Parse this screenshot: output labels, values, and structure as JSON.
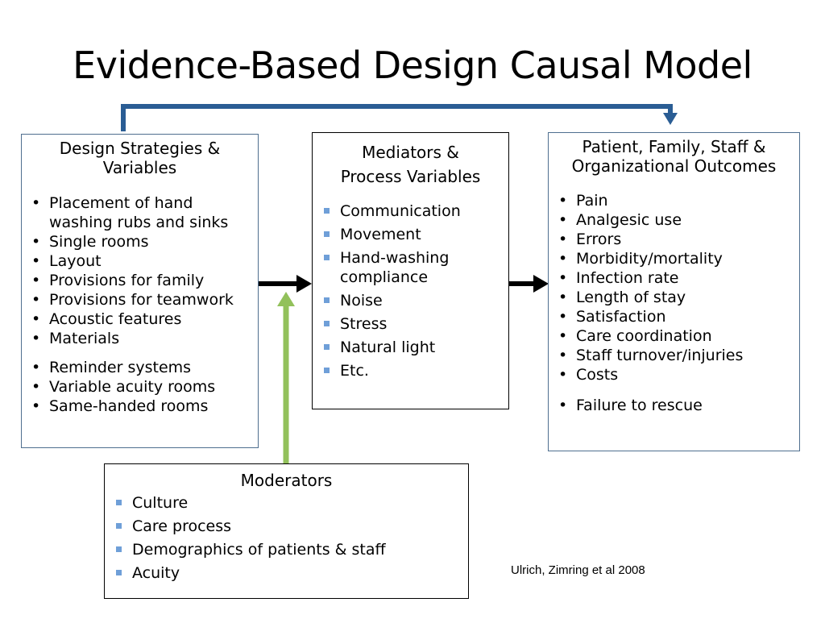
{
  "title": "Evidence-Based Design Causal Model",
  "design_box": {
    "heading": "Design Strategies & Variables",
    "items_group1": [
      "Placement of hand washing rubs and sinks",
      "Single rooms",
      "Layout",
      "Provisions for family",
      "Provisions for teamwork",
      "Acoustic features",
      "Materials"
    ],
    "items_group2": [
      "Reminder systems",
      "Variable acuity rooms",
      "Same-handed rooms"
    ]
  },
  "mediators_box": {
    "heading_line1": "Mediators &",
    "heading_line2": "Process Variables",
    "items": [
      "Communication",
      "Movement",
      "Hand-washing compliance",
      "Noise",
      "Stress",
      "Natural light",
      "Etc."
    ]
  },
  "outcomes_box": {
    "heading_line1": "Patient, Family, Staff &",
    "heading_line2": "Organizational Outcomes",
    "items_group1": [
      "Pain",
      "Analgesic use",
      "Errors",
      "Morbidity/mortality",
      "Infection rate",
      "Length of stay",
      "Satisfaction",
      "Care coordination",
      "Staff turnover/injuries",
      "Costs"
    ],
    "items_group2": [
      "Failure to rescue"
    ]
  },
  "moderators_box": {
    "heading": "Moderators",
    "items": [
      "Culture",
      "Care process",
      "Demographics of patients & staff",
      "Acuity"
    ]
  },
  "citation": "Ulrich, Zimring et al 2008",
  "colors": {
    "top_connector": "#2a5d94",
    "moderator_arrow": "#92c15b",
    "flow_arrow": "#000000",
    "square_bullet": "#6f9fd8",
    "box_border": "#4f6f8f"
  }
}
